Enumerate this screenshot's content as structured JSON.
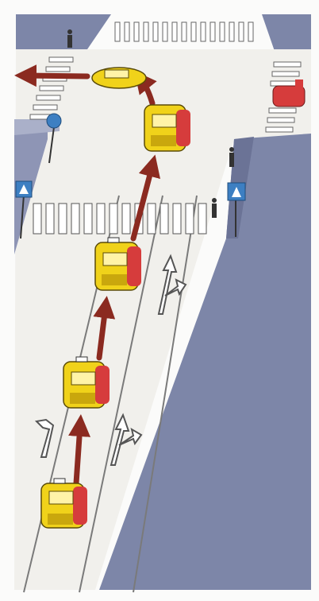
{
  "illustration": {
    "scene": "traffic-rules-lane-change-illustration",
    "palette": {
      "road": "#f1f0ec",
      "sidewalk": "#8e95b5",
      "sidewalk_dark": "#6b7396",
      "building_block": "#7d86a8",
      "taxi": "#f0d21a",
      "taxi_shadow": "#c9a70d",
      "red_car": "#d63c3c",
      "path_arrow": "#8b2a20",
      "crosswalk": "#ffffff",
      "sign_blue": "#3d7fc2"
    },
    "signs": [
      {
        "name": "pedestrian-crossing-sign-left"
      },
      {
        "name": "pedestrian-crossing-sign-right"
      },
      {
        "name": "round-sign-left"
      }
    ],
    "vehicles": [
      {
        "name": "taxi-car-bottom"
      },
      {
        "name": "taxi-car-middle"
      },
      {
        "name": "taxi-car-upper-middle"
      },
      {
        "name": "taxi-car-near-intersection"
      },
      {
        "name": "taxi-car-turning-left"
      },
      {
        "name": "red-car-right-street"
      }
    ]
  }
}
